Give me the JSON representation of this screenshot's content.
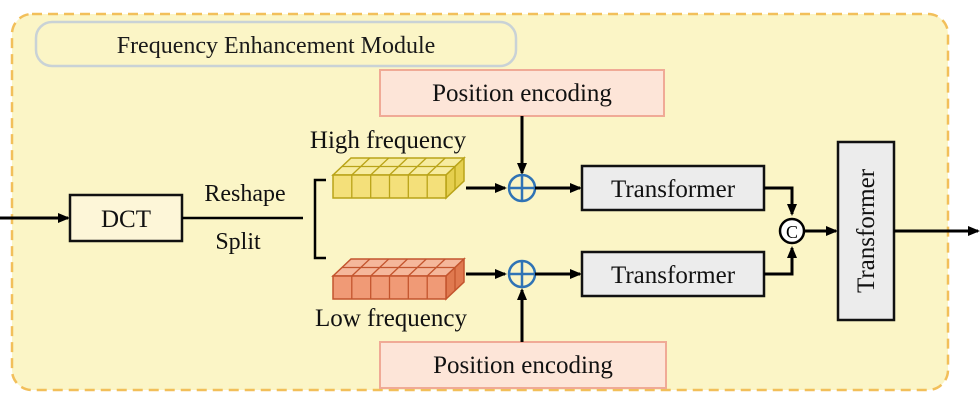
{
  "module": {
    "title": "Frequency Enhancement Module"
  },
  "blocks": {
    "dct": "DCT",
    "reshape": "Reshape",
    "split": "Split",
    "high_frequency": "High frequency",
    "low_frequency": "Low frequency",
    "position_encoding_top": "Position encoding",
    "position_encoding_bottom": "Position encoding",
    "transformer_top": "Transformer",
    "transformer_bottom": "Transformer",
    "transformer_final": "Transformer",
    "concat_symbol": "C"
  },
  "colors": {
    "module_bg": "#fbf5c6",
    "module_border": "#f2bf5a",
    "title_border": "#c9d2d6",
    "pos_enc_bg": "#fde5d8",
    "pos_enc_border": "#f0aa96",
    "transformer_bg": "#ececec",
    "high_tensor": "#f4e07a",
    "high_tensor_edge": "#b9a318",
    "low_tensor": "#f09a76",
    "low_tensor_edge": "#c3552e",
    "plus_node": "#2f73b5"
  }
}
